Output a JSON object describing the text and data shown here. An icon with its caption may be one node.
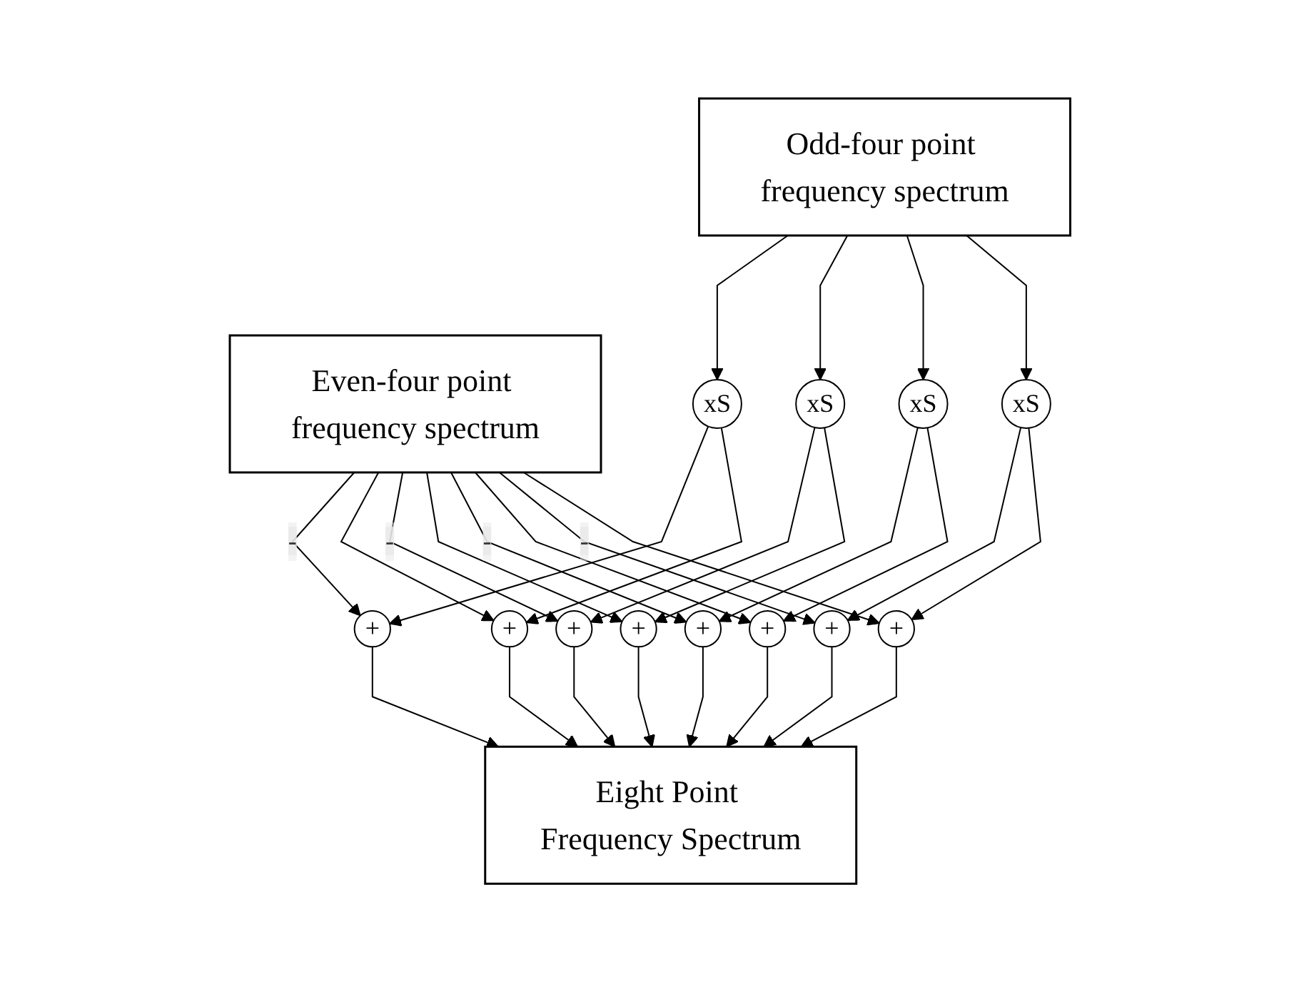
{
  "diagram": {
    "nodes": [
      {
        "text": [
          "Odd-four point frequency spectrum"
        ]
      },
      {
        "text": [
          "Even-four point frequency spectrum"
        ]
      },
      {
        "text": [
          "xS"
        ]
      },
      {
        "text": [
          "xS"
        ]
      },
      {
        "text": [
          "xS"
        ]
      },
      {
        "text": [
          "xS"
        ]
      },
      {
        "text": [
          "+"
        ]
      },
      {
        "text": [
          "+"
        ]
      },
      {
        "text": [
          "+"
        ]
      },
      {
        "text": [
          "+"
        ]
      },
      {
        "text": [
          "+"
        ]
      },
      {
        "text": [
          "+"
        ]
      },
      {
        "text": [
          "+"
        ]
      },
      {
        "text": [
          "+"
        ]
      },
      {
        "text": [
          "Eight Point Frequency Spectrum"
        ]
      }
    ],
    "edges": [
      {
        "from": 0,
        "to": 2,
        "arrow": "to"
      },
      {
        "from": 0,
        "to": 3,
        "arrow": "to"
      },
      {
        "from": 0,
        "to": 4,
        "arrow": "to"
      },
      {
        "from": 0,
        "to": 5,
        "arrow": "to"
      },
      {
        "from": 2,
        "to": 6,
        "arrow": "to"
      },
      {
        "from": 2,
        "to": 10,
        "arrow": "to"
      },
      {
        "from": 3,
        "to": 7,
        "arrow": "to"
      },
      {
        "from": 3,
        "to": 11,
        "arrow": "to"
      },
      {
        "from": 4,
        "to": 8,
        "arrow": "to"
      },
      {
        "from": 4,
        "to": 12,
        "arrow": "to"
      },
      {
        "from": 5,
        "to": 9,
        "arrow": "to"
      },
      {
        "from": 5,
        "to": 13,
        "arrow": "to"
      },
      {
        "from": 1,
        "to": 6,
        "arrow": "to",
        "label": "-"
      },
      {
        "from": 1,
        "to": 10,
        "arrow": "to"
      },
      {
        "from": 1,
        "to": 7,
        "arrow": "to",
        "label": "-"
      },
      {
        "from": 1,
        "to": 11,
        "arrow": "to"
      },
      {
        "from": 1,
        "to": 8,
        "arrow": "to",
        "label": "-"
      },
      {
        "from": 1,
        "to": 12,
        "arrow": "to"
      },
      {
        "from": 1,
        "to": 9,
        "arrow": "to",
        "label": "-"
      },
      {
        "from": 1,
        "to": 13,
        "arrow": "to"
      },
      {
        "from": 6,
        "to": 14,
        "arrow": "to"
      },
      {
        "from": 7,
        "to": 14,
        "arrow": "to"
      },
      {
        "from": 8,
        "to": 14,
        "arrow": "to"
      },
      {
        "from": 9,
        "to": 14,
        "arrow": "to"
      },
      {
        "from": 10,
        "to": 14,
        "arrow": "to"
      },
      {
        "from": 11,
        "to": 14,
        "arrow": "to"
      },
      {
        "from": 12,
        "to": 14,
        "arrow": "to"
      },
      {
        "from": 13,
        "to": 14,
        "arrow": "to"
      }
    ]
  }
}
